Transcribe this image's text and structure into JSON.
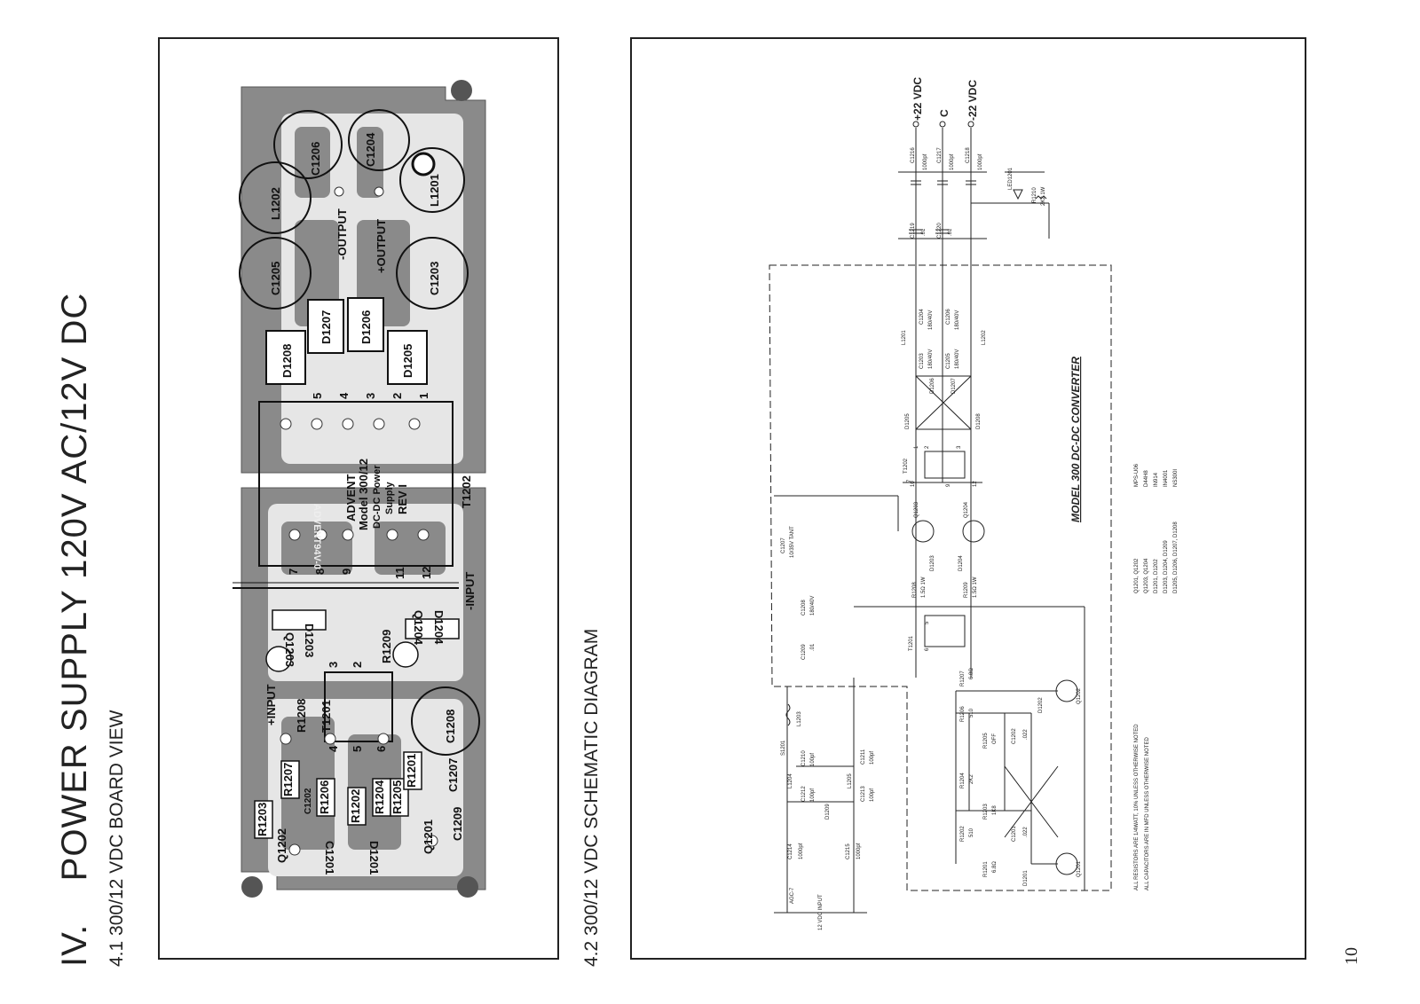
{
  "header": {
    "section_num": "IV.",
    "title": "POWER SUPPLY 120V AC/12V DC",
    "sub_board": "4.1  300/12 VDC BOARD VIEW",
    "sub_schematic": "4.2  300/12 VDC SCHEMATIC DIAGRAM"
  },
  "page_number": "10",
  "board": {
    "brand": "ADVENT",
    "model": "Model 300/12",
    "line1": "DC-DC Power",
    "line2": "Supply",
    "rev": "REV I",
    "mirror": "ADVENT94V-0",
    "labels": {
      "c1206": "C1206",
      "c1204": "C1204",
      "l1202": "L1202",
      "l1201": "L1201",
      "c1205": "C1205",
      "c1203": "C1203",
      "out_minus": "-OUTPUT",
      "out_plus": "+OUTPUT",
      "d1207": "D1207",
      "d1206": "D1206",
      "d1208": "D1208",
      "d1205": "D1205",
      "t1202": "T1202",
      "t1201": "T1201",
      "q1203": "Q1203",
      "q1204": "Q1204",
      "d1203": "D1203",
      "d1204": "D1204",
      "r1209": "R1209",
      "r1208": "R1208",
      "in_plus": "+INPUT",
      "in_minus": "-INPUT",
      "c1208": "C1208",
      "c1207": "C1207",
      "r1207": "R1207",
      "r1206": "R1206",
      "r1202": "R1202",
      "r1204": "R1204",
      "r1205": "R1205",
      "r1201": "R1201",
      "r1203": "R1203",
      "c1202": "C1202",
      "c1201": "C1201",
      "c1209": "C1209",
      "q1201": "Q1201",
      "q1202": "Q1202",
      "d1201": "D1201",
      "p1": "1",
      "p2": "2",
      "p3": "3",
      "p4": "4",
      "p5": "5",
      "p6": "6",
      "p7": "7",
      "p8": "8",
      "p9": "9",
      "p11": "11",
      "p12": "12"
    }
  },
  "schematic": {
    "title": "MODEL 300 DC-DC CONVERTER",
    "rails": {
      "pos": "+22 VDC",
      "com": "C",
      "neg": "-22 VDC"
    },
    "input": "12 VDC INPUT",
    "agc": "AGC-7",
    "notes": {
      "n1": "ALL RESISTORS ARE 1/4WATT, 10% UNLESS OTHERWISE NOTED",
      "n2": "ALL CAPACITORS ARE IN MFD UNLESS OTHERWISE NOTED"
    },
    "parts": {
      "q_a": "Q1201, Q1202",
      "q_b": "Q1203, Q1204",
      "d_a": "D1201, D1202",
      "d_b": "D1203, D1204, D1209",
      "d_c": "D1205, D1206, D1207, D1208"
    },
    "values": {
      "q_a": "MPS-U06",
      "q_b": "D44H8",
      "d_a": "IN914",
      "d_b": "IN4001",
      "d_c": "NS300I"
    },
    "comp": {
      "c1216": "C1216",
      "v1216": "1000pf",
      "c1217": "C1217",
      "v1217": "1000pf",
      "c1218": "C1218",
      "v1218": "1000pf",
      "led": "LED1201",
      "r1210": "R1210",
      "v1210": "2K2 1W",
      "c1219": "C1219",
      "v1219": ".01",
      "c1220": "C1220",
      "v1220": ".01",
      "c1204": "C1204",
      "v1204": "180/40V",
      "c1206": "C1206",
      "v1206": "180/40V",
      "c1203": "C1203",
      "v1203": "180/40V",
      "c1205": "C1205",
      "v1205": "180/40V",
      "l1201": "L1201",
      "l1202": "L1202",
      "d1205": "D1205",
      "d1206": "D1206",
      "d1207": "D1207",
      "d1208": "D1208",
      "t1202": "T1202",
      "t1201": "T1201",
      "q1203": "Q1203",
      "q1204": "Q1204",
      "d1203": "D1203",
      "d1204": "D1204",
      "c1207": "C1207",
      "v1207": "10/35V TANT",
      "c1208": "C1208",
      "v1208": "180/40V",
      "c1209": "C1209",
      "v1209": ".01",
      "r1208": "R1208",
      "v1208r": "1.5Ω 1W",
      "r1209": "R1209",
      "v1209r": "1.5Ω 1W",
      "r1207": "R1207",
      "v1207r": "6.8Ω",
      "r1206": "R1206",
      "v1206r": "510",
      "r1205": "R1205",
      "v1205r": "OFF",
      "r1204": "R1204",
      "v1204r": "2K2",
      "r1203": "R1203",
      "v1203r": "1K8",
      "r1202": "R1202",
      "v1202r": "510",
      "r1201": "R1201",
      "v1201r": "6.8Ω",
      "c1202": "C1202",
      "v1202": ".022",
      "c1201": "C1201",
      "v1201": ".022",
      "d1202": "D1202",
      "d1201": "D1201",
      "q1202": "Q1202",
      "q1201": "Q1201",
      "l1203": "L1203",
      "s1201": "S1201",
      "c1210": "C1210",
      "v1210c": "100pf",
      "c1211": "C1211",
      "v1211": "100pf",
      "c1212": "C1212",
      "v1212": "100pf",
      "c1213": "C1213",
      "v1213": "100pf",
      "l1204": "L1204",
      "l1205": "L1205",
      "d1209": "D1209",
      "c1214": "C1214",
      "v1214": "1000pf",
      "c1215": "C1215",
      "v1215": "1000pf",
      "t10": "10",
      "t9": "9",
      "t12": "12",
      "t1": "1",
      "t2": "2",
      "t3": "3",
      "t5": "5",
      "t6": "6",
      "t7": "7"
    }
  },
  "colors": {
    "pcb": "#8a8a8a",
    "ink": "#222222",
    "paper": "#ffffff"
  }
}
